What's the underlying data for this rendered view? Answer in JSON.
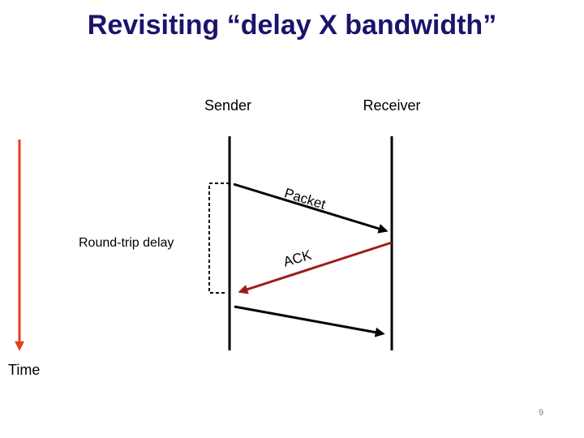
{
  "slide": {
    "title": "Revisiting “delay X bandwidth”",
    "page_number": "9"
  },
  "diagram": {
    "sender_label": "Sender",
    "receiver_label": "Receiver",
    "packet_label": "Packet",
    "ack_label": "ACK",
    "round_trip_label": "Round-trip delay",
    "time_label": "Time",
    "arrows": [
      {
        "name": "packet-arrow",
        "from": "sender",
        "to": "receiver",
        "color": "#000000"
      },
      {
        "name": "ack-arrow",
        "from": "receiver",
        "to": "sender",
        "color": "#9E1B1B"
      },
      {
        "name": "second-packet-arrow",
        "from": "sender",
        "to": "receiver",
        "color": "#000000"
      },
      {
        "name": "time-arrow",
        "direction": "down",
        "color": "#E2401F"
      }
    ]
  },
  "colors": {
    "background": "#FFFFFF",
    "title": "#1B146B",
    "line": "#000000",
    "ack_arrow": "#9E1B1B",
    "time_arrow": "#E2401F",
    "page_number": "#808080"
  }
}
